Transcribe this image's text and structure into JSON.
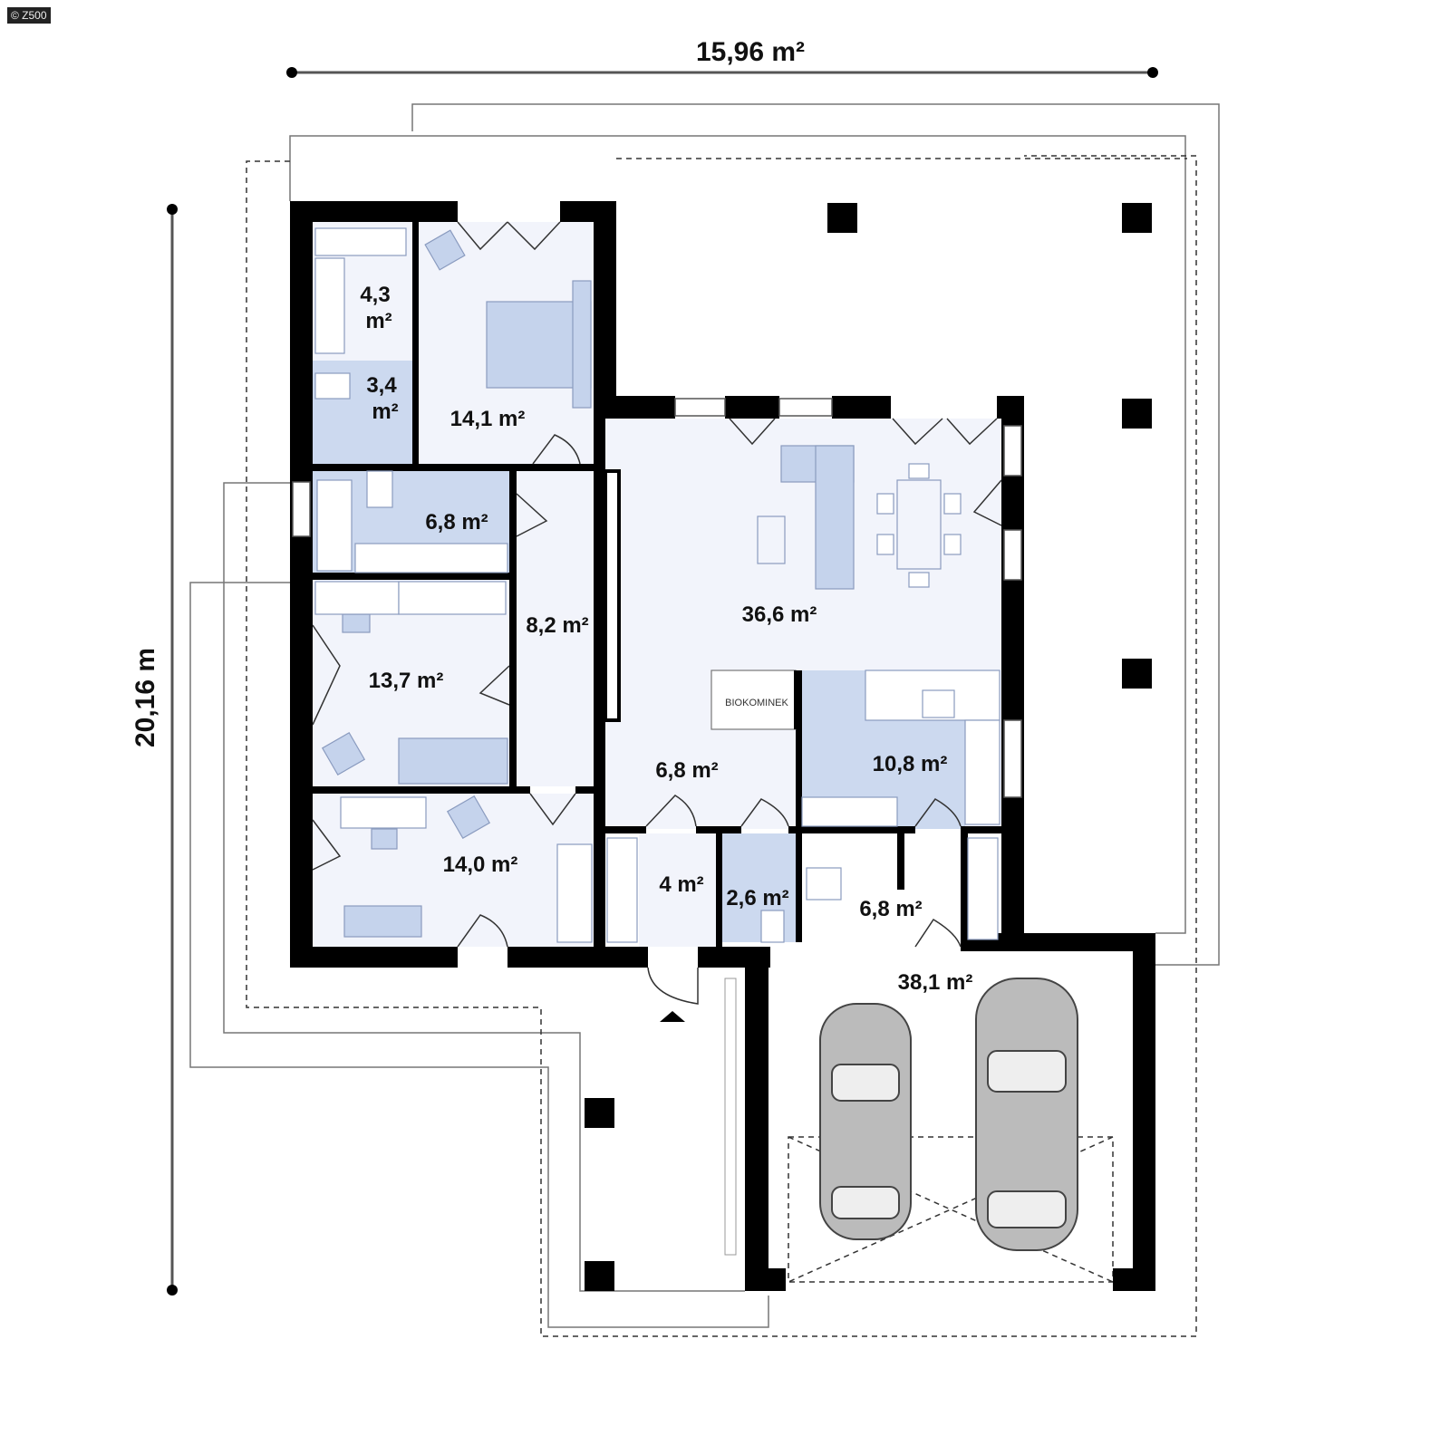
{
  "logo": "© Z500",
  "dimensions": {
    "width": "15,96 m²",
    "depth": "20,16 m"
  },
  "rooms": {
    "wardrobe": "4,3 m²",
    "wardrobe_l1": "4,3",
    "wardrobe_l2": "m²",
    "bath_small_l1": "3,4",
    "bath_small_l2": "m²",
    "master_bedroom": "14,1 m²",
    "bathroom": "6,8 m²",
    "hall": "8,2 m²",
    "bedroom2": "13,7 m²",
    "bedroom3": "14,0 m²",
    "living": "36,6 m²",
    "entry": "6,8 m²",
    "kitchen": "10,8 m²",
    "vestibule": "4 m²",
    "wc": "2,6 m²",
    "utility": "6,8 m²",
    "garage": "38,1 m²"
  },
  "fireplace_label": "BIOKOMINEK",
  "colors": {
    "wall": "#000000",
    "room_light": "#f2f4fb",
    "room_blue": "#ccd9ef",
    "furniture": "#c5d3ec"
  }
}
